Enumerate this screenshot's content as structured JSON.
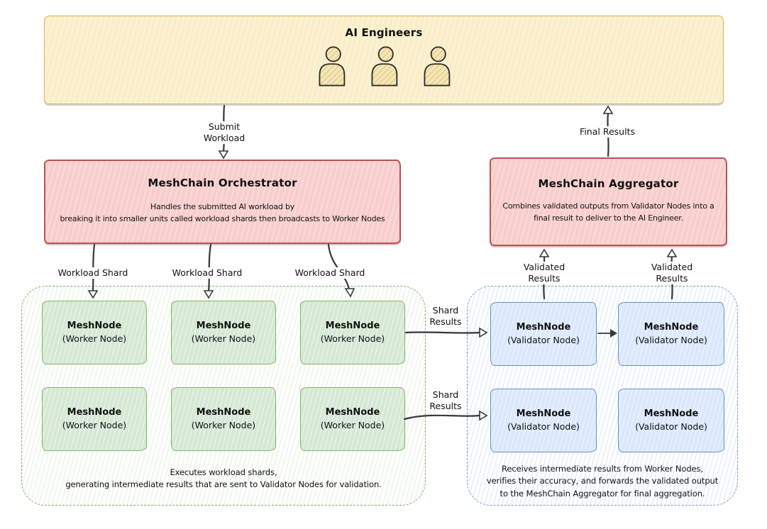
{
  "colors": {
    "engineers_fill": "#FAEEC8",
    "engineers_border": "#D6B656",
    "red_fill": "#F8CECC",
    "red_border": "#B85450",
    "worker_fill": "#D5E8D4",
    "worker_border": "#82B366",
    "validator_fill": "#DAE8FC",
    "validator_border": "#6C8EBF",
    "arrow": "#33393E",
    "text": "#111111"
  },
  "engineers": {
    "title": "AI Engineers"
  },
  "orchestrator": {
    "title": "MeshChain Orchestrator",
    "line1": "Handles the submitted AI workload by",
    "line2": "breaking it into smaller units called workload shards then broadcasts to Worker Nodes"
  },
  "aggregator": {
    "title": "MeshChain Aggregator",
    "line1": "Combines validated outputs from Validator Nodes into a",
    "line2": "final result to deliver to the AI Engineer."
  },
  "worker_cluster": {
    "nodes": [
      {
        "title": "MeshNode",
        "subtitle": "(Worker Node)"
      },
      {
        "title": "MeshNode",
        "subtitle": "(Worker Node)"
      },
      {
        "title": "MeshNode",
        "subtitle": "(Worker Node)"
      },
      {
        "title": "MeshNode",
        "subtitle": "(Worker Node)"
      },
      {
        "title": "MeshNode",
        "subtitle": "(Worker Node)"
      },
      {
        "title": "MeshNode",
        "subtitle": "(Worker Node)"
      }
    ],
    "caption_line1": "Executes workload shards,",
    "caption_line2": "generating intermediate results that are sent to Validator Nodes for validation."
  },
  "validator_cluster": {
    "nodes": [
      {
        "title": "MeshNode",
        "subtitle": "(Validator Node)"
      },
      {
        "title": "MeshNode",
        "subtitle": "(Validator Node)"
      },
      {
        "title": "MeshNode",
        "subtitle": "(Validator Node)"
      },
      {
        "title": "MeshNode",
        "subtitle": "(Validator Node)"
      }
    ],
    "caption_line1": "Receives intermediate results from Worker Nodes,",
    "caption_line2": "verifies their accuracy, and forwards the validated output",
    "caption_line3": "to the MeshChain Aggregator for final aggregation."
  },
  "edges": {
    "submit_line1": "Submit",
    "submit_line2": "Workload",
    "workload_shard_1": "Workload Shard",
    "workload_shard_2": "Workload Shard",
    "workload_shard_3": "Workload Shard",
    "shard_results_line1": "Shard",
    "shard_results_line2": "Results",
    "validated_line1": "Validated",
    "validated_line2": "Results",
    "final_results": "Final Results"
  }
}
